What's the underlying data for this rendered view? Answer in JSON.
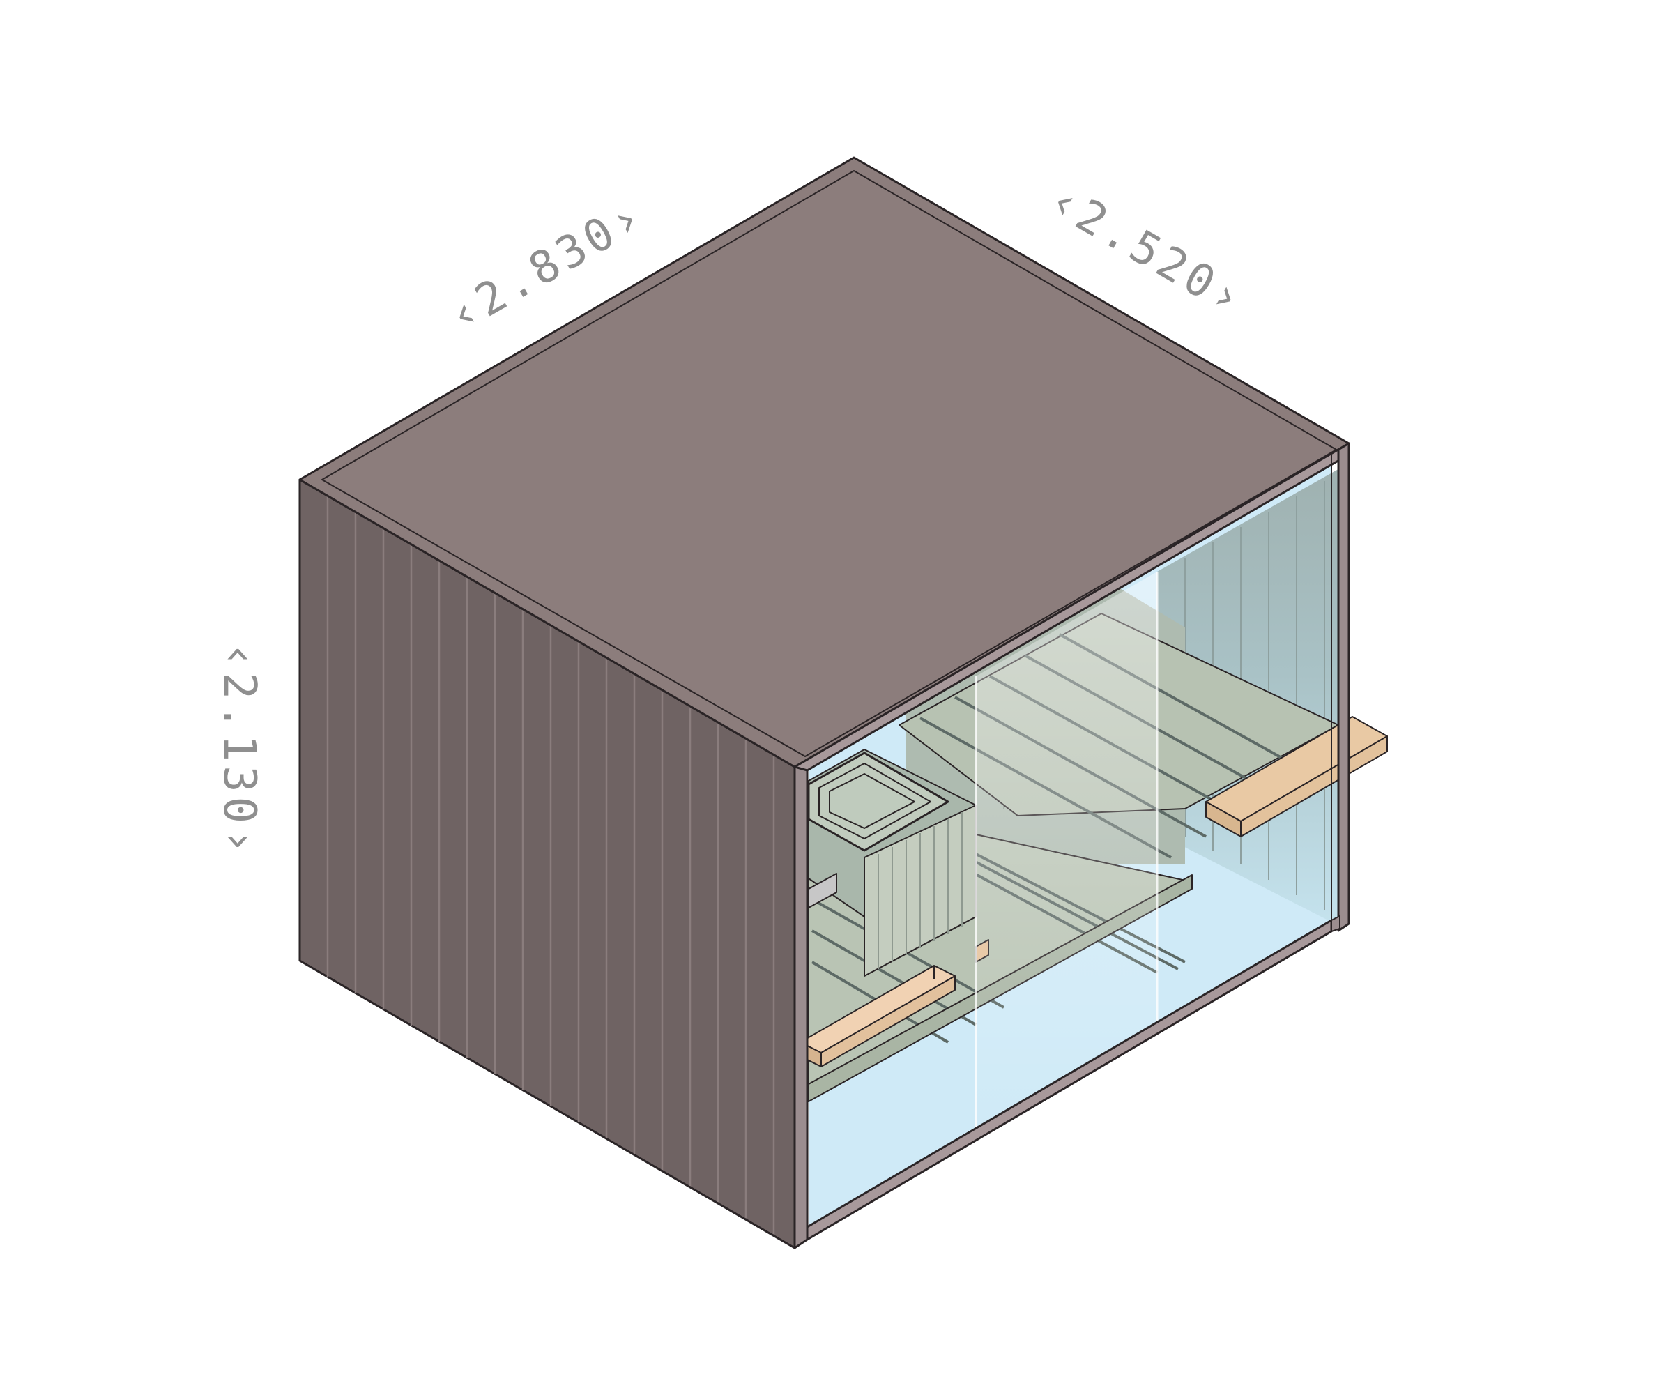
{
  "dimensions": {
    "length": "‹2.830›",
    "width": "‹2.520›",
    "height": "‹2.130›"
  },
  "colors": {
    "roof": "#8c7d7c",
    "wall": "#6f6363",
    "trim": "#a8999b",
    "glass": "#d0ecf9",
    "bench": "#b9c4b4",
    "wood": "#e8c9a4",
    "label": "#8f8f8f"
  }
}
